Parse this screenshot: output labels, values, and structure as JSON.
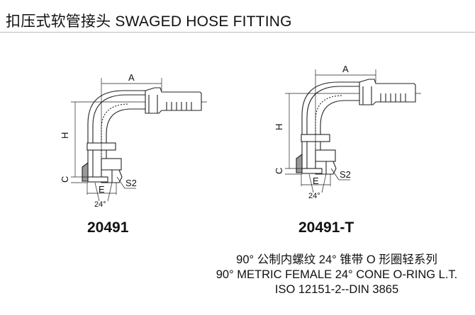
{
  "header": {
    "title": "扣压式软管接头 SWAGED HOSE FITTING"
  },
  "drawings": [
    {
      "part_no": "20491",
      "labels": {
        "a": "A",
        "h": "H",
        "c": "C",
        "e": "E",
        "s2": "S2",
        "angle": "24°"
      }
    },
    {
      "part_no": "20491-T",
      "labels": {
        "a": "A",
        "h": "H",
        "c": "C",
        "e": "E",
        "s2": "S2",
        "angle": "24°"
      }
    }
  ],
  "description": {
    "line_cn": "90° 公制内螺纹 24° 锥带 O 形圈轻系列",
    "line_en": "90° METRIC FEMALE 24° CONE O-RING L.T.",
    "standard": "ISO 12151-2--DIN 3865"
  }
}
